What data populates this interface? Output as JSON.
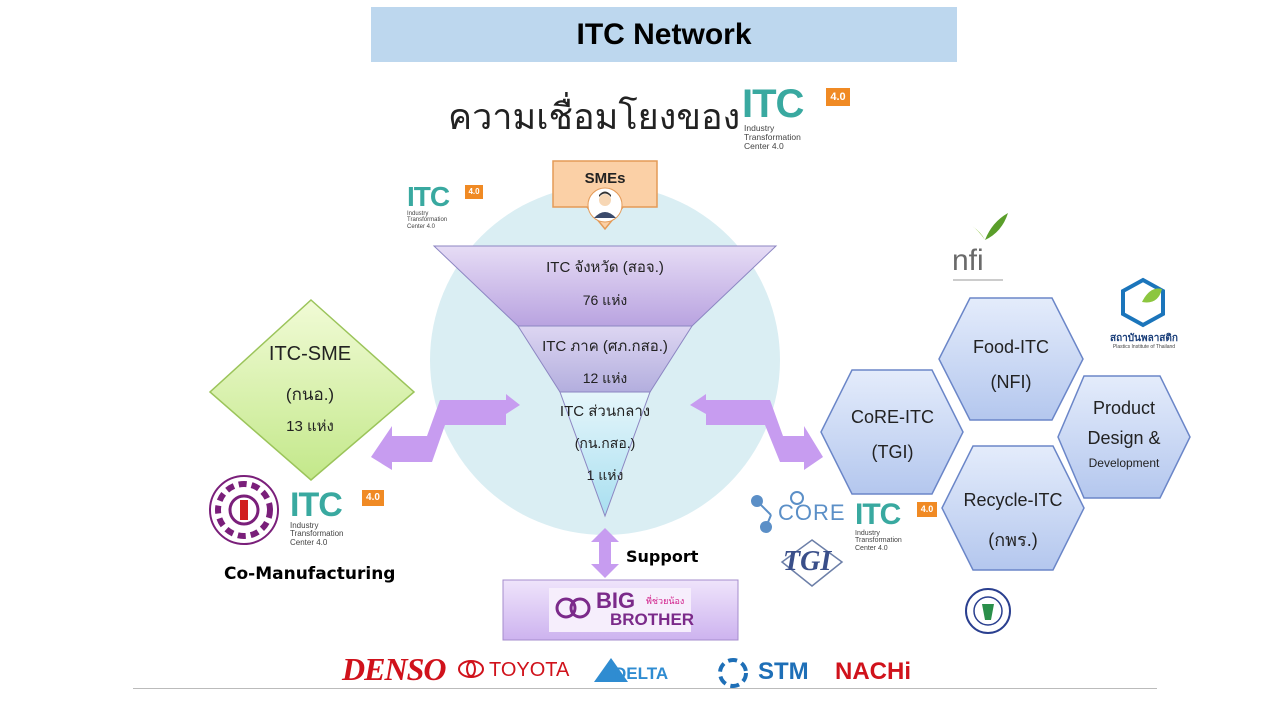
{
  "title": "ITC Network",
  "heading": "ความเชื่อมโยงของ",
  "itc_logo": {
    "word": "ITC",
    "badge": "4.0",
    "sub": [
      "Industry",
      "Transformation",
      "Center 4.0"
    ]
  },
  "smes_label": "SMEs",
  "funnel": {
    "tier1": {
      "line1": "ITC จังหวัด (สอจ.)",
      "line2": "76 แห่ง"
    },
    "tier2": {
      "line1": "ITC ภาค (ศภ.กสอ.)",
      "line2": "12 แห่ง"
    },
    "tier3": {
      "line1": "ITC ส่วนกลาง",
      "line2": "(กน.กสอ.)",
      "line3": "1 แห่ง"
    }
  },
  "itc_sme": {
    "line1": "ITC-SME",
    "line2": "(กนอ.)",
    "line3": "13 แห่ง"
  },
  "co_manufacturing": "Co-Manufacturing",
  "support": "Support",
  "big_brother": {
    "big": "BIG",
    "brother": "BROTHER",
    "thai": "พี่ช่วยน้อง"
  },
  "hexagons": {
    "core_itc": {
      "line1": "CoRE-ITC",
      "line2": "(TGI)"
    },
    "food_itc": {
      "line1": "Food-ITC",
      "line2": "(NFI)"
    },
    "recycle_itc": {
      "line1": "Recycle-ITC",
      "line2": "(กพร.)"
    },
    "product_design": {
      "line1": "Product",
      "line2": "Design &",
      "line3": "Development"
    }
  },
  "org_logos": {
    "nfi": "nfi",
    "plastics_thai": "สถาบันพลาสติก",
    "plastics_en": "Plastics Institute of Thailand",
    "core": "CORE",
    "tgi": "TGI"
  },
  "sponsors": [
    "DENSO",
    "TOYOTA",
    "DELTA",
    "STM",
    "NACHi"
  ],
  "colors": {
    "title_bg": "#bdd7ee",
    "itc_teal": "#39a9a0",
    "arrow_purple": "#c79cf0",
    "hex_blue": "#c5d5f2",
    "denso_red": "#d0121b"
  }
}
